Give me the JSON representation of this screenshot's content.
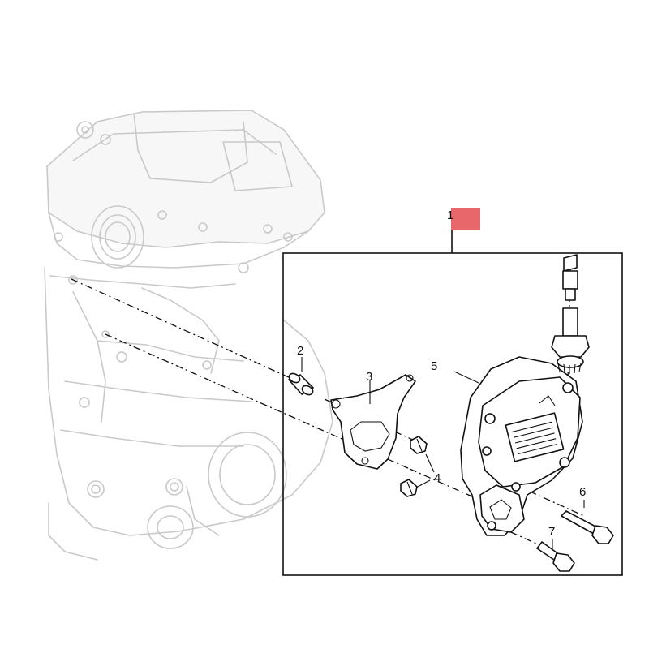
{
  "diagram": {
    "callouts": {
      "main": "1",
      "spacer": "2",
      "gasket": "3",
      "nut": "4",
      "pump": "5",
      "long_bolt": "6",
      "short_bolt": "7"
    },
    "highlight_color": "#e8676a"
  }
}
